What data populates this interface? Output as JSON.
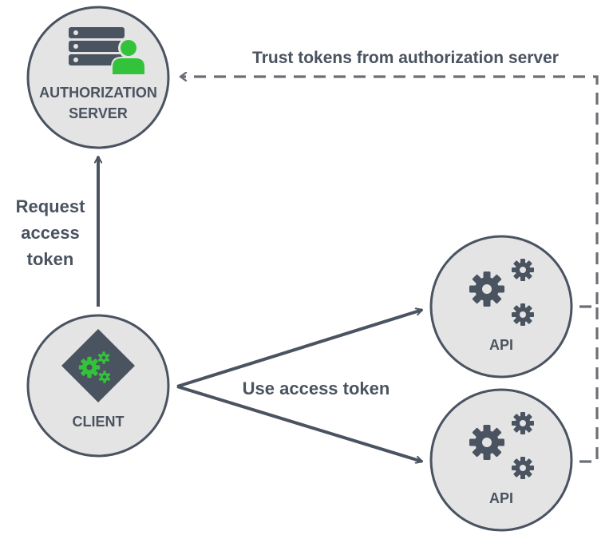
{
  "nodes": {
    "auth_server": {
      "label_line1": "AUTHORIZATION",
      "label_line2": "SERVER"
    },
    "client": {
      "label": "CLIENT"
    },
    "api_top": {
      "label": "API"
    },
    "api_bottom": {
      "label": "API"
    }
  },
  "edges": {
    "trust": {
      "label": "Trust tokens from authorization server"
    },
    "request": {
      "line1": "Request",
      "line2": "access",
      "line3": "token"
    },
    "use": {
      "label": "Use access token"
    }
  },
  "colors": {
    "circle_fill": "#e4e4e5",
    "circle_stroke": "#4a5360",
    "ink": "#4a5360",
    "accent_green": "#33c33a",
    "dashed": "#6b6f75"
  },
  "icons": {
    "auth_server": "server-user-icon",
    "client": "diamond-gears-icon",
    "api": "gears-icon"
  }
}
